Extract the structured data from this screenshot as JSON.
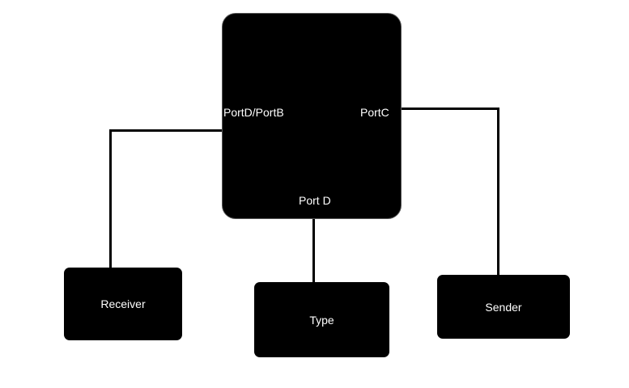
{
  "main_block": {
    "ports": {
      "left": "PortD/PortB",
      "right": "PortC",
      "bottom": "Port D"
    }
  },
  "blocks": {
    "receiver": "Receiver",
    "type": "Type",
    "sender": "Sender"
  },
  "colors": {
    "block_fill": "#000000",
    "text": "#ffffff",
    "background": "#ffffff",
    "wire": "#000000"
  }
}
